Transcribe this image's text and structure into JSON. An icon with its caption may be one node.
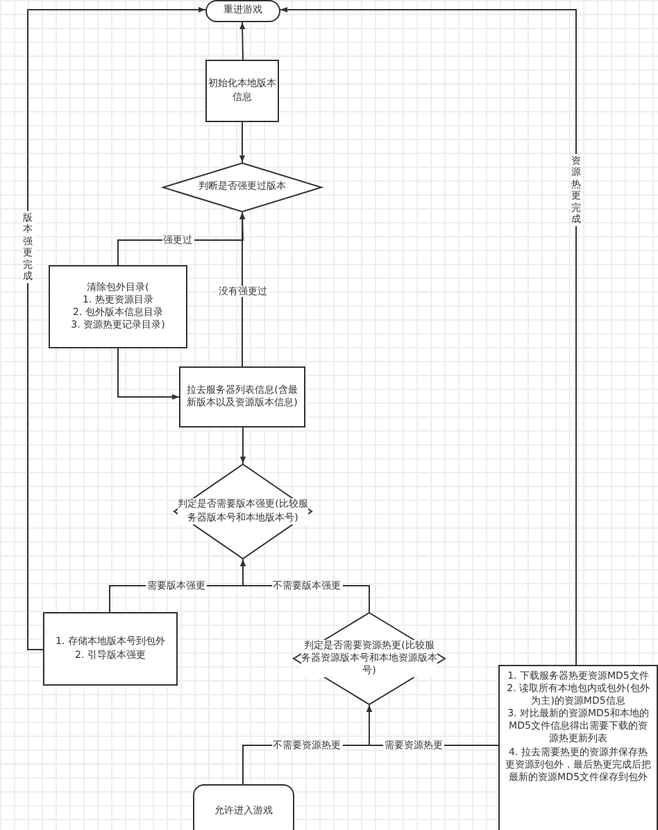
{
  "diagram": {
    "nodes": [
      {
        "text": [
          "重进游戏"
        ]
      },
      {
        "text": [
          "初始化本地版本信息"
        ]
      },
      {
        "text": [
          "判断是否强更过版本"
        ]
      },
      {
        "text": [
          "清除包外目录(",
          "1. 热更资源目录",
          "2. 包外版本信息目录",
          "3. 资源热更记录目录)"
        ]
      },
      {
        "text": [
          "拉去服务器列表信息(含最新版本以及资源版本信息)"
        ]
      },
      {
        "text": [
          "判定是否需要版本强更(比较服务器版本号和本地版本号)"
        ]
      },
      {
        "text": [
          "1. 存储本地版本号到包外",
          "2. 引导版本强更"
        ]
      },
      {
        "text": [
          "判定是否需要资源热更(比较服务器资源版本号和本地资源版本号)"
        ]
      },
      {
        "text": [
          "允许进入游戏"
        ]
      },
      {
        "text": [
          "1. 下载服务器热更资源MD5文件",
          "2. 读取所有本地包内或包外(包外为主)的资源MD5信息",
          "3. 对比最新的资源MD5和本地的MD5文件信息得出需要下载的资源热更新列表",
          "4. 拉去需要热更的资源并保存热更资源到包外，最后热更完成后把最新的资源MD5文件保存到包外"
        ]
      }
    ],
    "edges": [
      {
        "from": 1,
        "to": 0,
        "arrow": "to"
      },
      {
        "from": 1,
        "to": 2,
        "arrow": "to"
      },
      {
        "from": 3,
        "to": 2,
        "arrow": "to",
        "label": "强更过"
      },
      {
        "from": 4,
        "to": 2,
        "arrow": "to",
        "label": "没有强更过"
      },
      {
        "from": 3,
        "to": 4,
        "arrow": "to"
      },
      {
        "from": 4,
        "to": 5,
        "arrow": "to"
      },
      {
        "from": 6,
        "to": 5,
        "arrow": "to",
        "label": "需要版本强更"
      },
      {
        "from": 7,
        "to": 5,
        "arrow": "to",
        "label": "不需要版本强更"
      },
      {
        "from": 6,
        "to": 0,
        "arrow": "to",
        "label": "版本强更完成"
      },
      {
        "from": 8,
        "to": 7,
        "arrow": "to",
        "label": "不需要资源热更"
      },
      {
        "from": 9,
        "to": 7,
        "arrow": "to",
        "label": "需要资源热更"
      },
      {
        "from": 9,
        "to": 0,
        "arrow": "to",
        "label": "资源热更完成"
      }
    ]
  }
}
